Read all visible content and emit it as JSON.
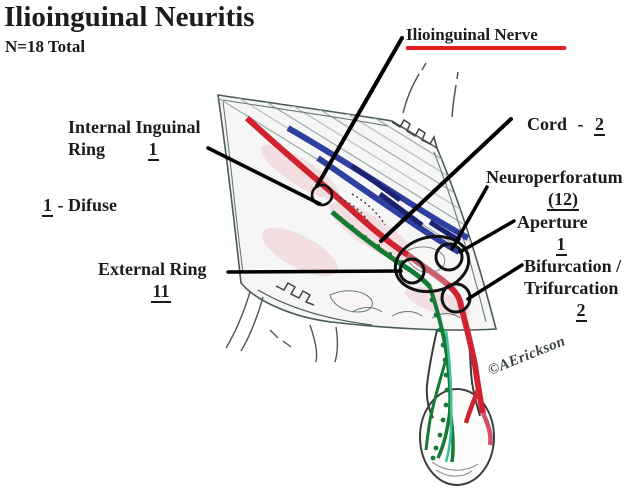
{
  "figure": {
    "title": "Ilioinguinal Neuritis",
    "subtitle": "N=18 Total",
    "note": {
      "count": "1",
      "text": "- Difuse"
    },
    "annotations": {
      "ilioinguinal_nerve": {
        "label": "Ilioinguinal Nerve"
      },
      "internal_inguinal_ring": {
        "label_line1": "Internal Inguinal",
        "label_line2": "Ring",
        "count": "1"
      },
      "external_ring": {
        "label": "External Ring",
        "count": "11"
      },
      "cord": {
        "label": "Cord",
        "separator": "-",
        "count": "2"
      },
      "neuroperforatum": {
        "label": "Neuroperforatum",
        "count": "(12)"
      },
      "aperture": {
        "label": "Aperture",
        "count": "1"
      },
      "bifurcation": {
        "label_line1": "Bifurcation /",
        "label_line2": "Trifurcation",
        "count": "2"
      },
      "signature": "©AErickson"
    },
    "colors": {
      "nerve_red": "#cf2330",
      "nerve_red_light": "#c9606c",
      "vessel_blue": "#2e3f9f",
      "vessel_blue_dark": "#1b2270",
      "nerve_green": "#157a33",
      "nerve_teal": "#3fbf9f",
      "underline_red": "#e31e1e",
      "ink_outline": "#4a5a55",
      "marker_black": "#111111"
    }
  }
}
